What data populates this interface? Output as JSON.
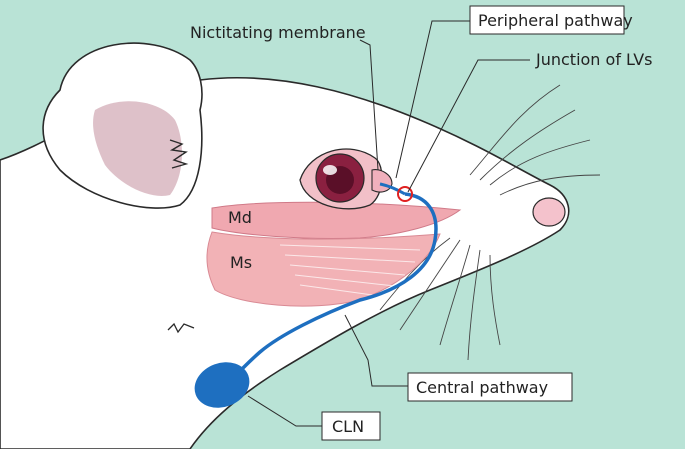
{
  "labels": {
    "nictitating": "Nictitating membrane",
    "peripheral": "Peripheral pathway",
    "junction": "Junction of LVs",
    "central": "Central pathway",
    "cln": "CLN",
    "md": "Md",
    "ms": "Ms"
  },
  "colors": {
    "background": "#b9e3d6",
    "skin": "#ffffff",
    "outline": "#2a2a2a",
    "ear_inner": "#d8b6c0",
    "muscle_md": "#f0a8b0",
    "muscle_ms": "#f2b2b6",
    "vessel": "#1e6fc0",
    "junction_ring": "#e02020",
    "nose": "#f4c2cc",
    "eye_iris": "#8a2040"
  }
}
